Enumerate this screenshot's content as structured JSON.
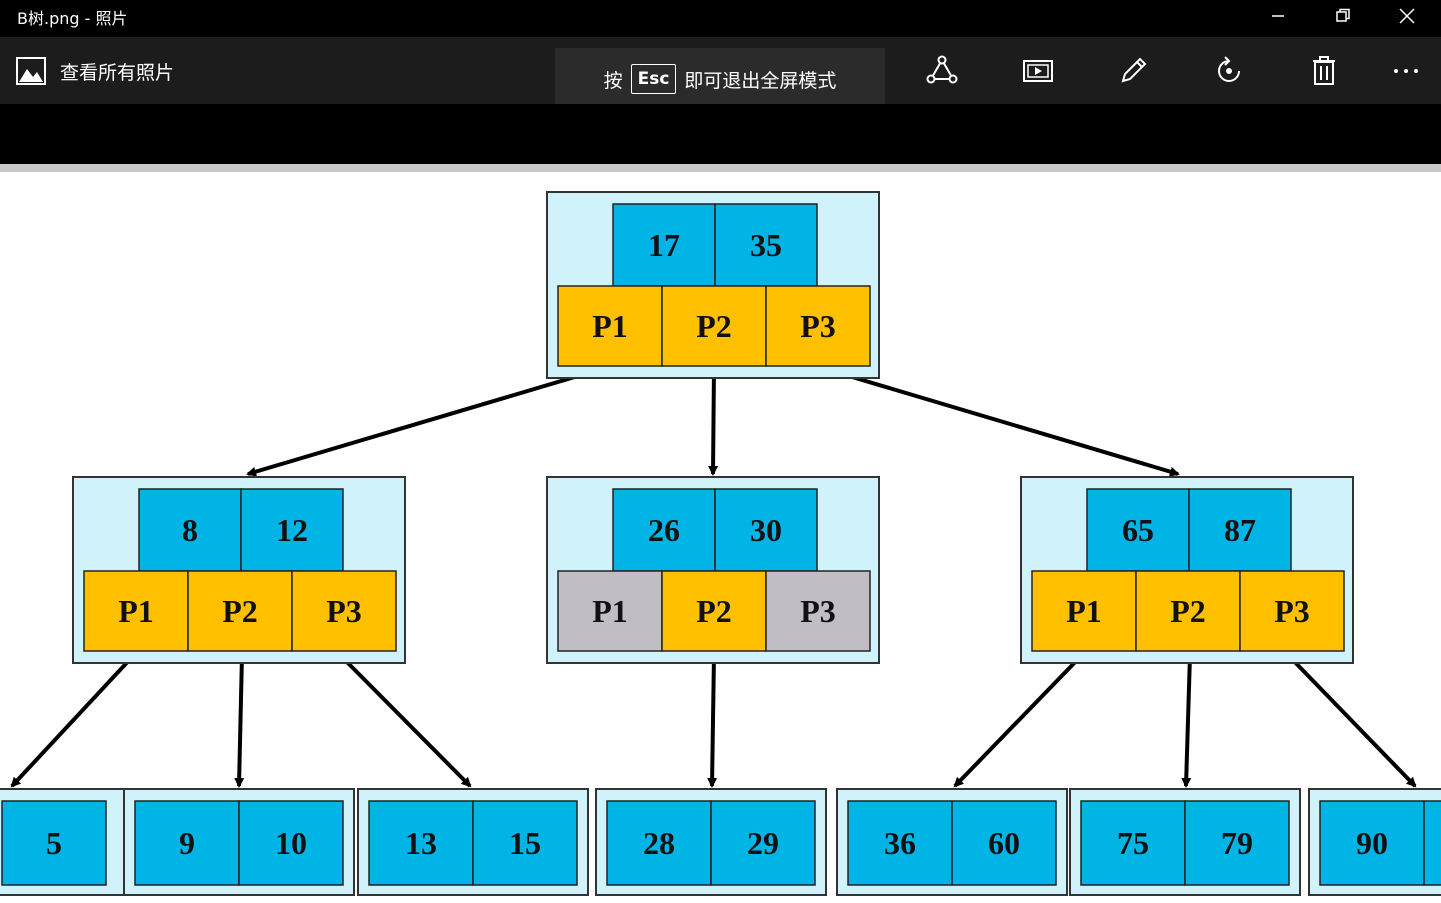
{
  "window": {
    "title": "B树.png - 照片"
  },
  "toolbar": {
    "view_all_label": "查看所有照片",
    "esc_prefix": "按",
    "esc_key": "Esc",
    "esc_suffix": "即可退出全屏模式",
    "tools": [
      "share-icon",
      "slideshow-icon",
      "edit-icon",
      "rotate-icon",
      "delete-icon",
      "more-icon"
    ]
  },
  "tree": {
    "root": {
      "keys": [
        "17",
        "35"
      ],
      "pointers": [
        "P1",
        "P2",
        "P3"
      ]
    },
    "level2": [
      {
        "keys": [
          "8",
          "12"
        ],
        "pointers": [
          "P1",
          "P2",
          "P3"
        ]
      },
      {
        "keys": [
          "26",
          "30"
        ],
        "pointers": [
          "P1",
          "P2",
          "P3"
        ]
      },
      {
        "keys": [
          "65",
          "87"
        ],
        "pointers": [
          "P1",
          "P2",
          "P3"
        ]
      }
    ],
    "leaves": [
      {
        "keys": [
          "5"
        ]
      },
      {
        "keys": [
          "9",
          "10"
        ]
      },
      {
        "keys": [
          "13",
          "15"
        ]
      },
      {
        "keys": [
          "28",
          "29"
        ]
      },
      {
        "keys": [
          "36",
          "60"
        ]
      },
      {
        "keys": [
          "75",
          "79"
        ]
      },
      {
        "keys": [
          "90"
        ]
      }
    ]
  },
  "colors": {
    "key_fill": "#00b4e6",
    "pointer_fill": "#ffc000",
    "inactive_pointer_fill": "#c0bec4",
    "node_bg": "#d0f2fb",
    "canvas_bg": "#ffffff"
  }
}
